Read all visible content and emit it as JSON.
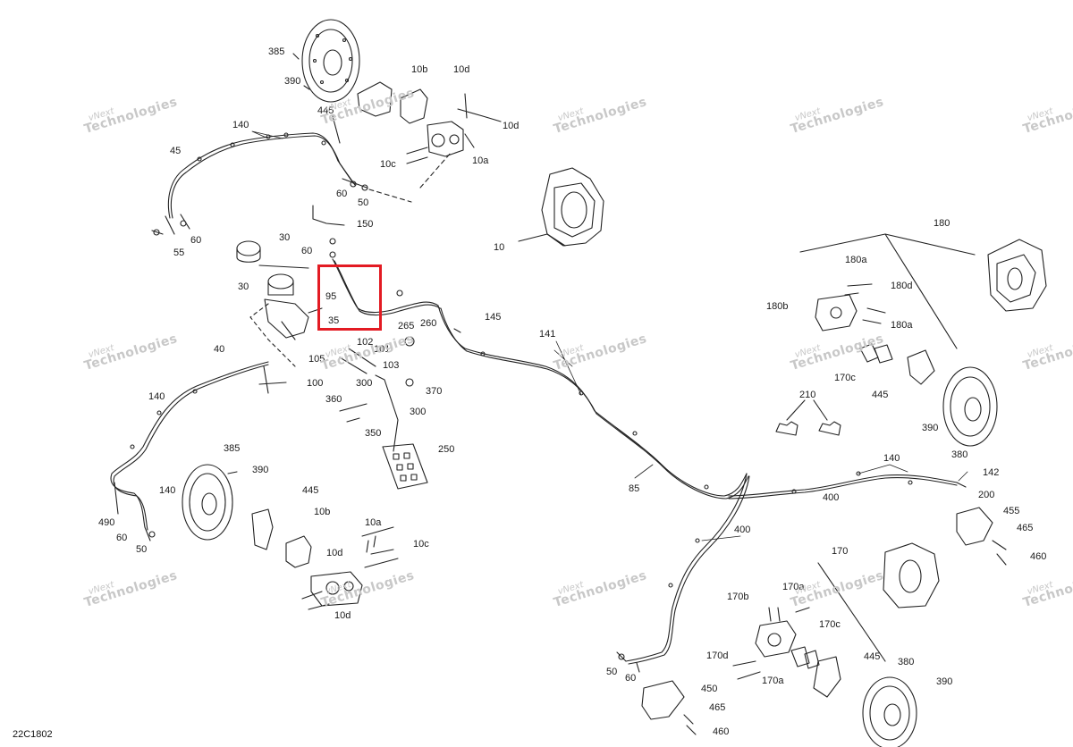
{
  "diagram_code": "22C1802",
  "watermark": {
    "line1": "vNext",
    "line2": "Technologies"
  },
  "highlight_color": "#e31b23",
  "callouts": [
    "385",
    "390",
    "445",
    "10b",
    "10d",
    "10d",
    "10c",
    "10a",
    "140",
    "45",
    "60",
    "50",
    "60",
    "55",
    "150",
    "30",
    "60",
    "10",
    "180",
    "180a",
    "180d",
    "180b",
    "180a",
    "30",
    "95",
    "35",
    "102",
    "101",
    "265",
    "260",
    "145",
    "141",
    "105",
    "103",
    "100",
    "300",
    "370",
    "360",
    "300",
    "350",
    "250",
    "40",
    "140",
    "140",
    "490",
    "60",
    "50",
    "385",
    "390",
    "445",
    "10b",
    "10a",
    "10c",
    "10d",
    "10d",
    "170c",
    "445",
    "210",
    "390",
    "380",
    "85",
    "140",
    "142",
    "200",
    "400",
    "400",
    "455",
    "465",
    "460",
    "170",
    "170b",
    "170a",
    "170d",
    "170c",
    "170a",
    "445",
    "380",
    "390",
    "50",
    "60",
    "450",
    "465",
    "460"
  ]
}
